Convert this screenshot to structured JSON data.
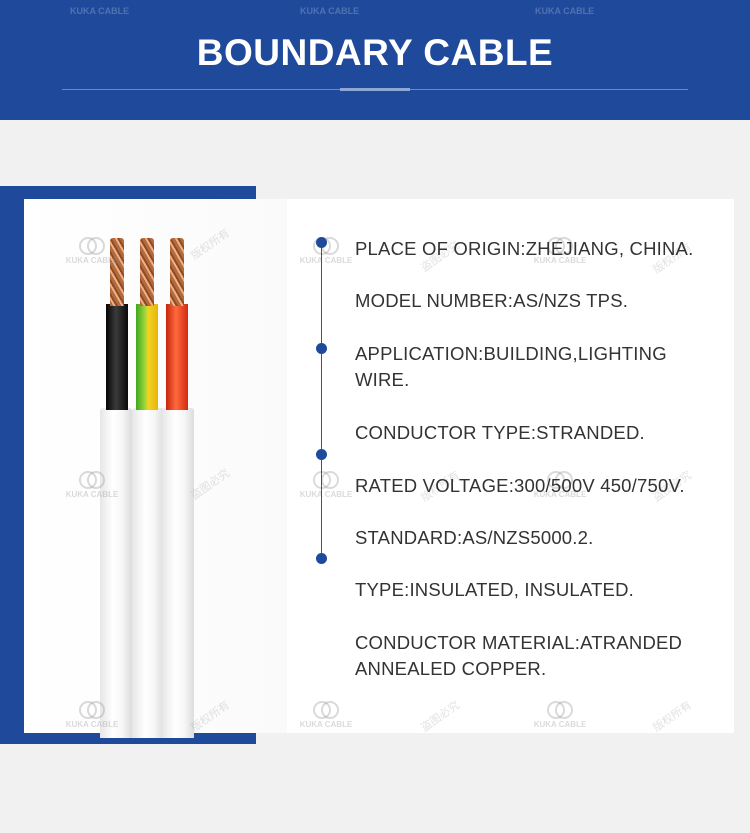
{
  "header": {
    "title": "BOUNDARY CABLE"
  },
  "watermark": {
    "brand": "KUKA CABLE",
    "cn_1": "版权所有",
    "cn_2": "盗图必究"
  },
  "specs": [
    {
      "text": "PLACE OF ORIGIN:ZHEJIANG, CHINA."
    },
    {
      "text": "MODEL NUMBER:AS/NZS TPS."
    },
    {
      "text": "APPLICATION:BUILDING,LIGHTING WIRE."
    },
    {
      "text": "CONDUCTOR TYPE:STRANDED."
    },
    {
      "text": "RATED VOLTAGE:300/500V 450/750V."
    },
    {
      "text": "STANDARD:AS/NZS5000.2."
    },
    {
      "text": "TYPE:INSULATED, INSULATED."
    },
    {
      "text": "CONDUCTOR MATERIAL:ATRANDED ANNEALED COPPER."
    }
  ],
  "colors": {
    "brand_blue": "#1f4a9b",
    "core_black": "#151515",
    "core_green_yellow": "#6dbf2a",
    "core_red": "#ee3b1d"
  },
  "cable_cores": [
    "black",
    "green-yellow",
    "red"
  ]
}
